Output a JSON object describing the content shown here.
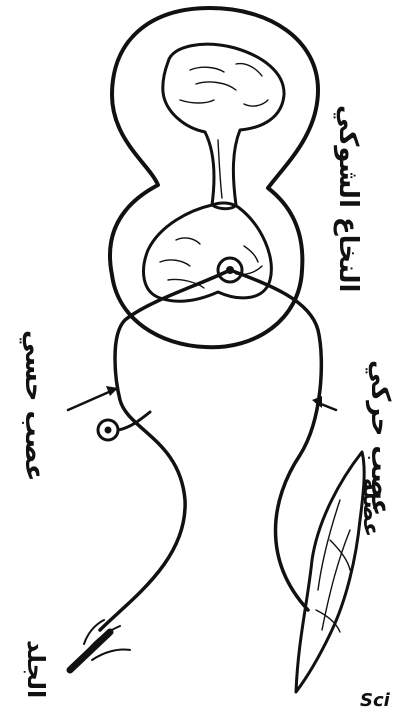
{
  "labels": {
    "spinal_cord": "النخاع الشوكي",
    "sensory_pathway": "عصب حسي",
    "motor_pathway": "عصب حركي",
    "muscle": "عضلة",
    "skin": "الجلد",
    "corner_note": "Sci"
  },
  "colors": {
    "ink": "#111111",
    "paper": "#ffffff"
  }
}
